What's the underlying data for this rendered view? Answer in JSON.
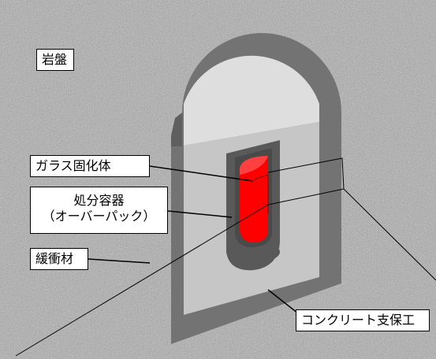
{
  "labels": {
    "rock": "岩盤",
    "glass": "ガラス固化体",
    "container_line1": "処分容器",
    "container_line2": "（オーバーパック）",
    "buffer": "緩衝材",
    "support": "コンクリート支保工"
  },
  "colors": {
    "rock": "#a9a9a9",
    "concrete": "#737373",
    "buffer": "#c6c6c6",
    "buffer_top": "#dedede",
    "overpack": "#595959",
    "glass": "#ff0000"
  }
}
